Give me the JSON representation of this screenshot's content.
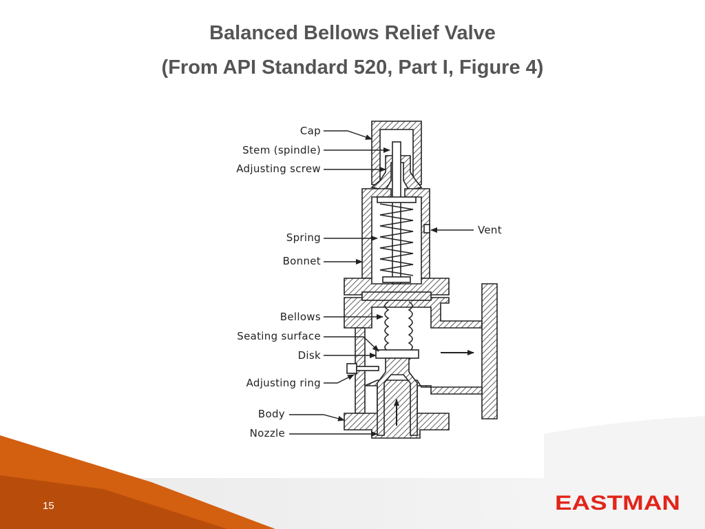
{
  "slide": {
    "title_line1": "Balanced Bellows Relief Valve",
    "title_line2": "(From API Standard 520, Part I, Figure 4)",
    "page_number": "15",
    "logo_text": "EASTMAN"
  },
  "diagram": {
    "labels": {
      "cap": "Cap",
      "stem": "Stem (spindle)",
      "adjusting_screw": "Adjusting screw",
      "vent": "Vent",
      "spring": "Spring",
      "bonnet": "Bonnet",
      "bellows": "Bellows",
      "seating_surface": "Seating surface",
      "disk": "Disk",
      "adjusting_ring": "Adjusting ring",
      "body": "Body",
      "nozzle": "Nozzle"
    }
  },
  "colors": {
    "title": "#555555",
    "footer_orange": "#d35f10",
    "footer_dark_orange": "#b34a0a",
    "logo_red": "#e1251b",
    "line": "#222222"
  }
}
